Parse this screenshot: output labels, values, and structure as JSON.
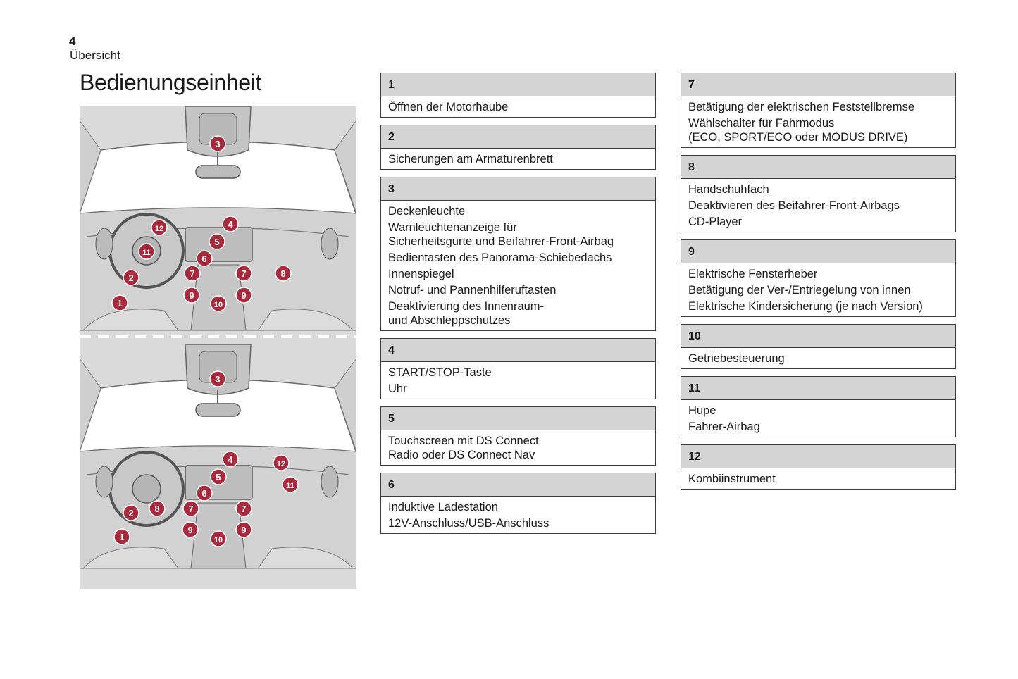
{
  "header": {
    "page_number": "4",
    "section": "Übersicht",
    "title": "Bedienungseinheit"
  },
  "illustration": {
    "marker_color": "#a8283c",
    "top_markers": [
      "1",
      "2",
      "3",
      "4",
      "5",
      "6",
      "7",
      "7",
      "8",
      "9",
      "9",
      "10",
      "11",
      "12"
    ],
    "bottom_markers": [
      "1",
      "2",
      "3",
      "4",
      "5",
      "6",
      "7",
      "7",
      "8",
      "9",
      "9",
      "10",
      "11",
      "12"
    ]
  },
  "columns": [
    [
      {
        "num": "1",
        "lines": [
          "Öffnen der Motorhaube"
        ]
      },
      {
        "num": "2",
        "lines": [
          "Sicherungen am Armaturenbrett"
        ]
      },
      {
        "num": "3",
        "lines": [
          "Deckenleuchte",
          "Warnleuchtenanzeige für\nSicherheitsgurte und Beifahrer-Front-Airbag",
          "Bedientasten des Panorama-Schiebedachs",
          "Innenspiegel",
          "Notruf- und Pannenhilferuftasten",
          "Deaktivierung des Innenraum-\nund Abschleppschutzes"
        ]
      },
      {
        "num": "4",
        "lines": [
          "START/STOP-Taste",
          "Uhr"
        ]
      },
      {
        "num": "5",
        "lines": [
          "Touchscreen mit DS Connect\nRadio oder DS Connect Nav"
        ]
      },
      {
        "num": "6",
        "lines": [
          "Induktive Ladestation",
          "12V-Anschluss/USB-Anschluss"
        ]
      }
    ],
    [
      {
        "num": "7",
        "lines": [
          "Betätigung der elektrischen Feststellbremse",
          "Wählschalter für Fahrmodus\n(ECO, SPORT/ECO oder MODUS DRIVE)"
        ]
      },
      {
        "num": "8",
        "lines": [
          "Handschuhfach",
          "Deaktivieren des Beifahrer-Front-Airbags",
          "CD-Player"
        ]
      },
      {
        "num": "9",
        "lines": [
          "Elektrische Fensterheber",
          "Betätigung der Ver-/Entriegelung von innen",
          "Elektrische Kindersicherung (je nach Version)"
        ]
      },
      {
        "num": "10",
        "lines": [
          "Getriebesteuerung"
        ]
      },
      {
        "num": "11",
        "lines": [
          "Hupe",
          "Fahrer-Airbag"
        ]
      },
      {
        "num": "12",
        "lines": [
          "Kombiinstrument"
        ]
      }
    ]
  ]
}
